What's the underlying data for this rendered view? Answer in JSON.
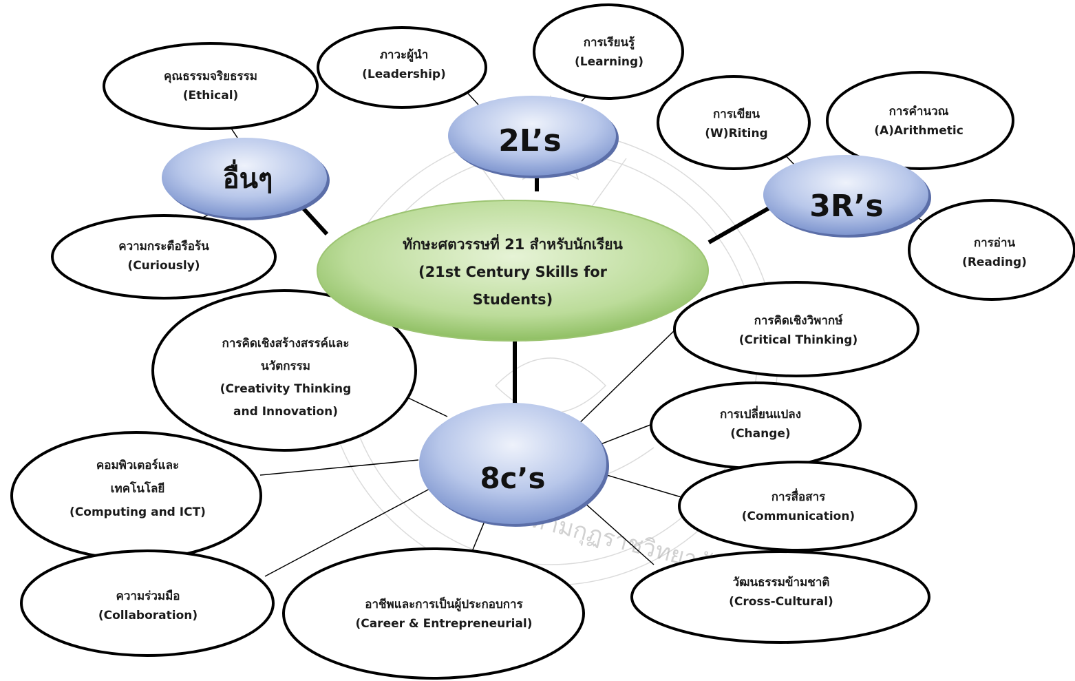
{
  "center": {
    "line1": "ทักษะศตวรรษที่ 21 สำหรับนักเรียน",
    "line2": "(21st Century Skills for",
    "line3": "Students)"
  },
  "hubs": {
    "others": "อื่นๆ",
    "two_l": "2L’s",
    "three_r": "3R’s",
    "eight_c": "8c’s"
  },
  "nodes": {
    "ethical": {
      "th": "คุณธรรมจริยธรรม",
      "en": "(Ethical)"
    },
    "curiously": {
      "th": "ความกระตือรือร้น",
      "en": "(Curiously)"
    },
    "leadership": {
      "th": "ภาวะผู้นำ",
      "en": "(Leadership)"
    },
    "learning": {
      "th": "การเรียนรู้",
      "en": "(Learning)"
    },
    "writing": {
      "th": "การเขียน",
      "en": "(W)Riting"
    },
    "arithmetic": {
      "th": "การคำนวณ",
      "en": "(A)Arithmetic"
    },
    "reading": {
      "th": "การอ่าน",
      "en": "(Reading)"
    },
    "creativity": {
      "th1": "การคิดเชิงสร้างสรรค์และ",
      "th2": "นวัตกรรม",
      "en1": "(Creativity Thinking",
      "en2": "and Innovation)"
    },
    "critical": {
      "th": "การคิดเชิงวิพากษ์",
      "en": "(Critical Thinking)"
    },
    "change": {
      "th": "การเปลี่ยนแปลง",
      "en": "(Change)"
    },
    "computing": {
      "th1": "คอมพิวเตอร์และ",
      "th2": "เทคโนโลยี",
      "en": "(Computing and ICT)"
    },
    "communication": {
      "th": "การสื่อสาร",
      "en": "(Communication)"
    },
    "collaboration": {
      "th": "ความร่วมมือ",
      "en": "(Collaboration)"
    },
    "career": {
      "th": "อาชีพและการเป็นผู้ประกอบการ",
      "en": "(Career & Entrepreneurial)"
    },
    "crosscultural": {
      "th": "วัฒนธรรมข้ามชาติ",
      "en": "(Cross-Cultural)"
    }
  },
  "watermark_text": "มหามกุฏราชวิทยาลัย",
  "colors": {
    "center_fill": "#bcdc9a",
    "hub_fill": "#b5c4e8",
    "stroke": "#000000"
  }
}
